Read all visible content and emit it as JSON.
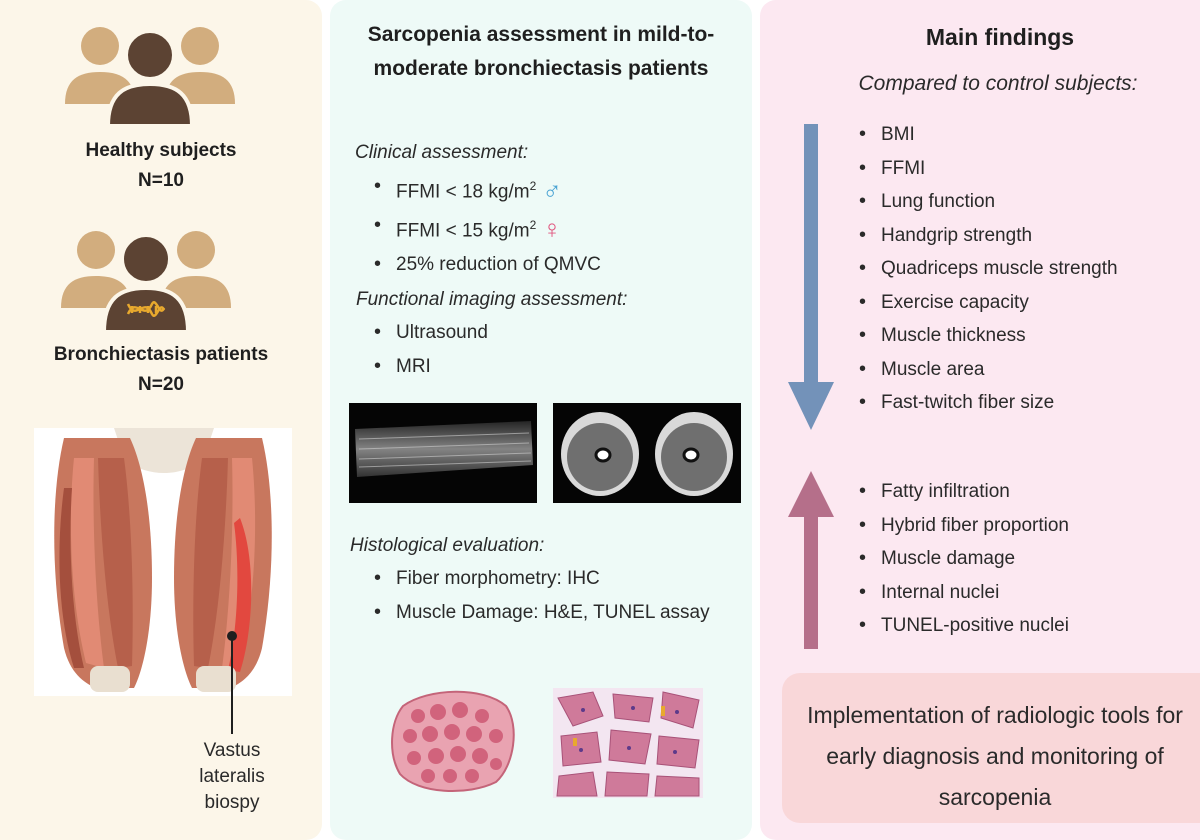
{
  "left": {
    "healthy_label": "Healthy subjects",
    "healthy_n": "N=10",
    "patients_label": "Bronchiectasis patients",
    "patients_n": "N=20",
    "biopsy_label": "Vastus lateralis biospy"
  },
  "middle": {
    "title": "Sarcopenia assessment in mild-to-moderate bronchiectasis patients",
    "clinical_heading": "Clinical assessment:",
    "clinical_items": [
      {
        "text": "FFMI < 18 kg/m",
        "sup": "2",
        "symbol": "♂"
      },
      {
        "text": "FFMI < 15  kg/m",
        "sup": "2",
        "symbol": "♀"
      },
      {
        "text": "25% reduction of QMVC"
      }
    ],
    "imaging_heading": "Functional imaging assessment:",
    "imaging_items": [
      "Ultrasound",
      "MRI"
    ],
    "histology_heading": "Histological evaluation:",
    "histology_items": [
      "Fiber morphometry: IHC",
      "Muscle Damage: H&E, TUNEL assay"
    ]
  },
  "right": {
    "title": "Main findings",
    "subtitle": "Compared to control subjects:",
    "decreased": [
      "BMI",
      "FFMI",
      "Lung function",
      "Handgrip strength",
      "Quadriceps muscle strength",
      "Exercise capacity",
      "Muscle thickness",
      "Muscle area",
      "Fast-twitch fiber size"
    ],
    "increased": [
      "Fatty infiltration",
      "Hybrid fiber proportion",
      "Muscle damage",
      "Internal nuclei",
      "TUNEL-positive nuclei"
    ],
    "implication": "Implementation of radiologic tools for early diagnosis and monitoring of sarcopenia"
  },
  "colors": {
    "left_bg": "#fcf6e9",
    "mid_bg": "#eefaf7",
    "right_bg": "#fce8f1",
    "down_arrow": "#7392b9",
    "up_arrow": "#b56f8a",
    "male": "#4aa3d3",
    "female": "#e0557f",
    "person_light": "#d2ad7e",
    "person_dark": "#5c4333",
    "dna": "#e8a92e"
  }
}
